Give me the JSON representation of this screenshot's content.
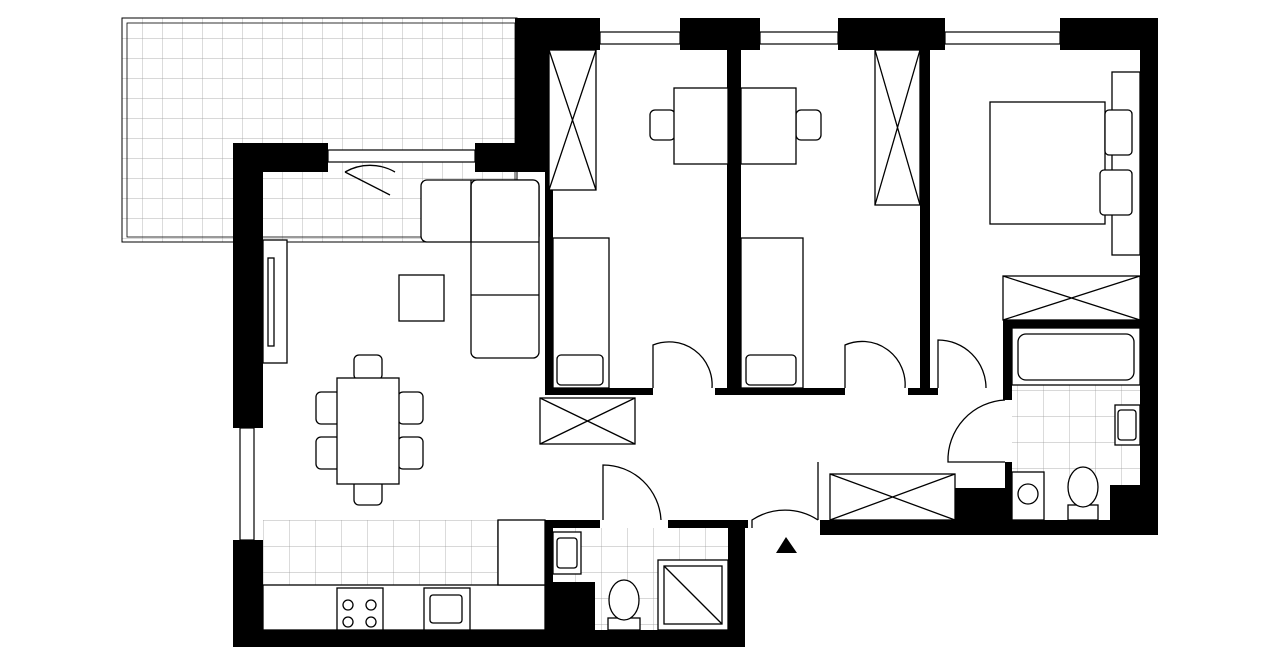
{
  "plan": {
    "background": "#ffffff",
    "wall_color": "#000000",
    "line_color": "#000000",
    "rooms": [
      "balcony",
      "living-room",
      "kitchen",
      "bedroom-1",
      "bedroom-2",
      "bedroom-3",
      "bathroom-1",
      "bathroom-2",
      "hallway"
    ],
    "entrance_marker": "triangle-up"
  }
}
